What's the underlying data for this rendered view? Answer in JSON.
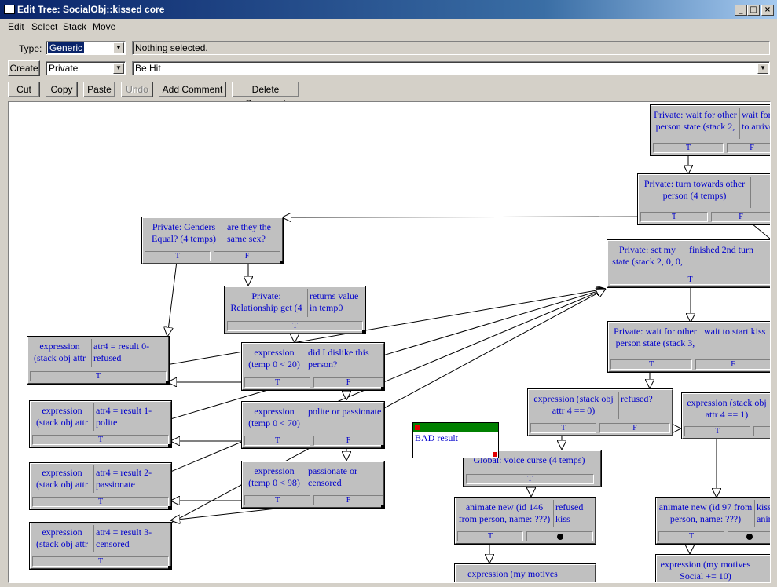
{
  "window": {
    "title": "Edit Tree: SocialObj::kissed core"
  },
  "menu": [
    "Edit",
    "Select",
    "Stack",
    "Move"
  ],
  "toolbar": {
    "type_label": "Type:",
    "type_value": "Generic",
    "status": "Nothing selected.",
    "create_label": "Create",
    "create_value": "Private",
    "behavior_value": "Be Hit",
    "buttons": {
      "cut": "Cut",
      "copy": "Copy",
      "paste": "Paste",
      "undo": "Undo",
      "add_comment": "Add Comment",
      "delete_comment": "Delete Comment"
    }
  },
  "popup": {
    "text": "BAD result"
  },
  "nodes": {
    "n1": {
      "a": "Private: wait for other person state (stack 2,",
      "b": "wait for to arrive",
      "t": "T",
      "f": "F"
    },
    "n2": {
      "a": "Private: turn towards other person (4 temps)",
      "t": "T",
      "f": "F"
    },
    "n3": {
      "a": "Private: Genders Equal? (4 temps)",
      "b": "are they the same sex?",
      "t": "T",
      "f": "F"
    },
    "n4": {
      "a": "Private: set my state (stack 2, 0, 0,",
      "b": "finished 2nd turn",
      "t": "T"
    },
    "n5": {
      "a": "Private: Relationship get (4",
      "b": "returns value in temp0",
      "t": "T"
    },
    "n6": {
      "a": "Private: wait for other person state (stack 3,",
      "b": "wait to start kiss",
      "t": "T",
      "f": "F"
    },
    "n7": {
      "a": "expression (stack obj attr",
      "b": "atr4 = result 0-refused",
      "t": "T"
    },
    "n8": {
      "a": "expression (temp 0 < 20)",
      "b": "did I dislike this person?",
      "t": "T",
      "f": "F"
    },
    "n9": {
      "a": "expression (stack obj attr 4 == 0)",
      "b": "refused?",
      "t": "T",
      "f": "F"
    },
    "n10": {
      "a": "expression (stack obj attr 4 == 1)",
      "t": "T"
    },
    "n11": {
      "a": "expression (stack obj attr",
      "b": "atr4 = result 1-polite",
      "t": "T"
    },
    "n12": {
      "a": "expression (temp 0 < 70)",
      "b": "polite or passionate",
      "t": "T",
      "f": "F"
    },
    "n13": {
      "a": "Global: voice curse (4 temps)",
      "t": "T"
    },
    "n14": {
      "a": "expression (stack obj attr",
      "b": "atr4 = result 2-passionate",
      "t": "T"
    },
    "n15": {
      "a": "expression (temp 0 < 98)",
      "b": "passionate or censored",
      "t": "T",
      "f": "F"
    },
    "n16": {
      "a": "animate new (id 146 from person, name: ???)",
      "b": "refused kiss",
      "t": "T"
    },
    "n17": {
      "a": "animate new (id 97 from person, name: ???)",
      "b": "kiss anim",
      "t": "T"
    },
    "n18": {
      "a": "expression (stack obj attr",
      "b": "atr4 = result 3-censored",
      "t": "T"
    },
    "n19": {
      "a": "expression (my motives",
      "t": ""
    },
    "n20": {
      "a": "expression (my motives Social += 10)",
      "t": ""
    }
  }
}
